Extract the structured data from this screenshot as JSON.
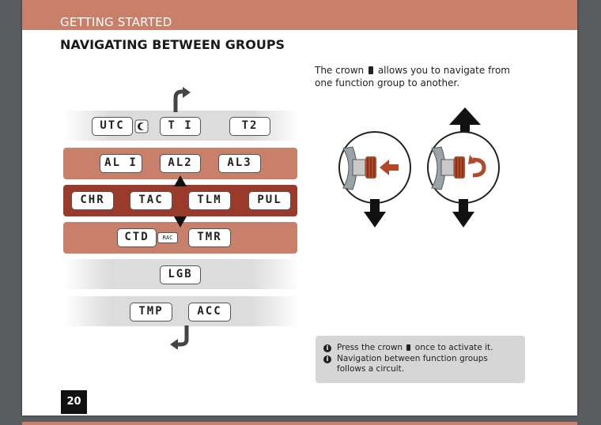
{
  "header": {
    "section_title": "GETTING STARTED",
    "page_title": "NAVIGATING BETWEEN GROUPS"
  },
  "intro": {
    "text_before": "The crown",
    "text_after": "allows you to navigate from one function group to another."
  },
  "diagram": {
    "group1": [
      "UTC",
      "T I",
      "T2"
    ],
    "group2": [
      "AL I",
      "AL2",
      "AL3"
    ],
    "group3": [
      "CHR",
      "TAC",
      "TLM",
      "PUL"
    ],
    "group4": [
      "CTD",
      "TMR"
    ],
    "group4_small": "RAC",
    "group5": [
      "LGB"
    ],
    "group6": [
      "TMP",
      "ACC"
    ]
  },
  "notes": {
    "line1": "Press the crown",
    "line1_end": "once to activate it.",
    "line2": "Navigation between function groups",
    "line3": "follows a circuit."
  },
  "page_number": "20",
  "colors": {
    "accent": "#c8806a",
    "dark_accent": "#9a3a2a"
  }
}
